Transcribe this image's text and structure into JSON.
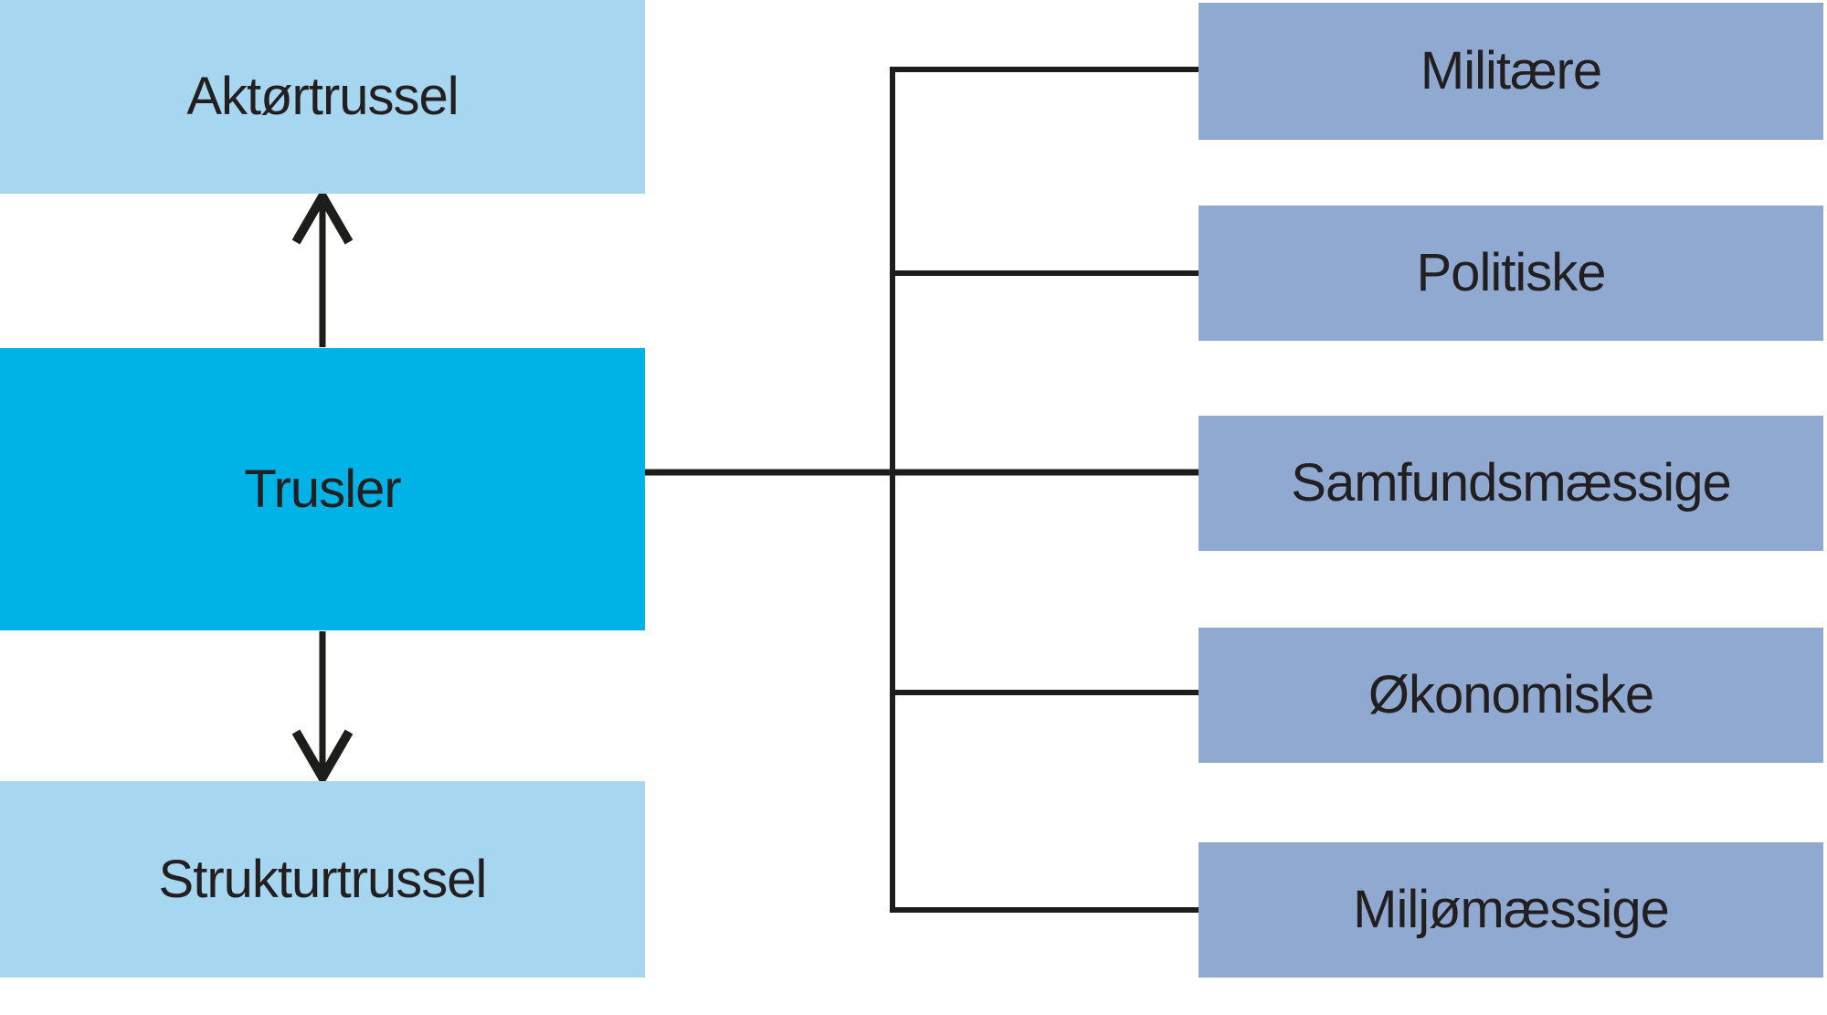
{
  "diagram": {
    "background": "#ffffff",
    "colors": {
      "light_blue": "#a6d6f0",
      "cyan": "#00b3e6",
      "steel_blue": "#8fa9d1",
      "line": "#1d1d1b",
      "text": "#231f20"
    },
    "left_column": {
      "top_box": {
        "label": "Aktørtrussel"
      },
      "middle_box": {
        "label": "Trusler"
      },
      "bottom_box": {
        "label": "Strukturtrussel"
      }
    },
    "right_column": {
      "boxes": [
        {
          "label": "Militære"
        },
        {
          "label": "Politiske"
        },
        {
          "label": "Samfundsmæssige"
        },
        {
          "label": "Økonomiske"
        },
        {
          "label": "Miljømæssige"
        }
      ]
    },
    "relations": {
      "arrows": [
        {
          "from": "Trusler",
          "to": "Aktørtrussel",
          "direction": "up"
        },
        {
          "from": "Trusler",
          "to": "Strukturtrussel",
          "direction": "down"
        }
      ],
      "tree": {
        "root": "Trusler",
        "children": [
          "Militære",
          "Politiske",
          "Samfundsmæssige",
          "Økonomiske",
          "Miljømæssige"
        ]
      }
    }
  }
}
